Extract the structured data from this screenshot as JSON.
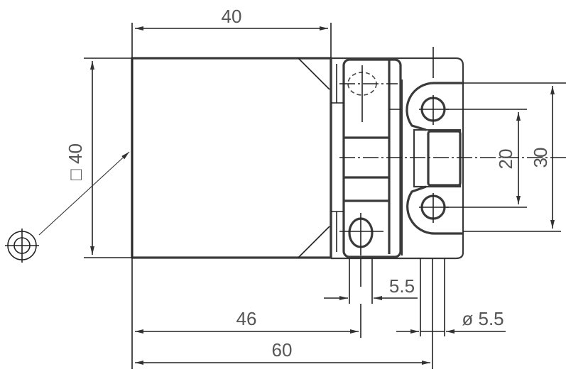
{
  "drawing": {
    "type": "technical-dimension-drawing",
    "colors": {
      "line": "#3a3a3a",
      "text": "#555555",
      "background": "#ffffff"
    },
    "dimensions": {
      "top_width": "40",
      "square_side": "40",
      "square_symbol": "□",
      "hole_spacing_inner": "20",
      "hole_spacing_outer": "30",
      "slot_width": "5.5",
      "hole_diameter": "ø 5.5",
      "hole_offset": "46",
      "total_length": "60"
    },
    "symbols": {
      "sensing_face": "target-circle-icon"
    }
  }
}
